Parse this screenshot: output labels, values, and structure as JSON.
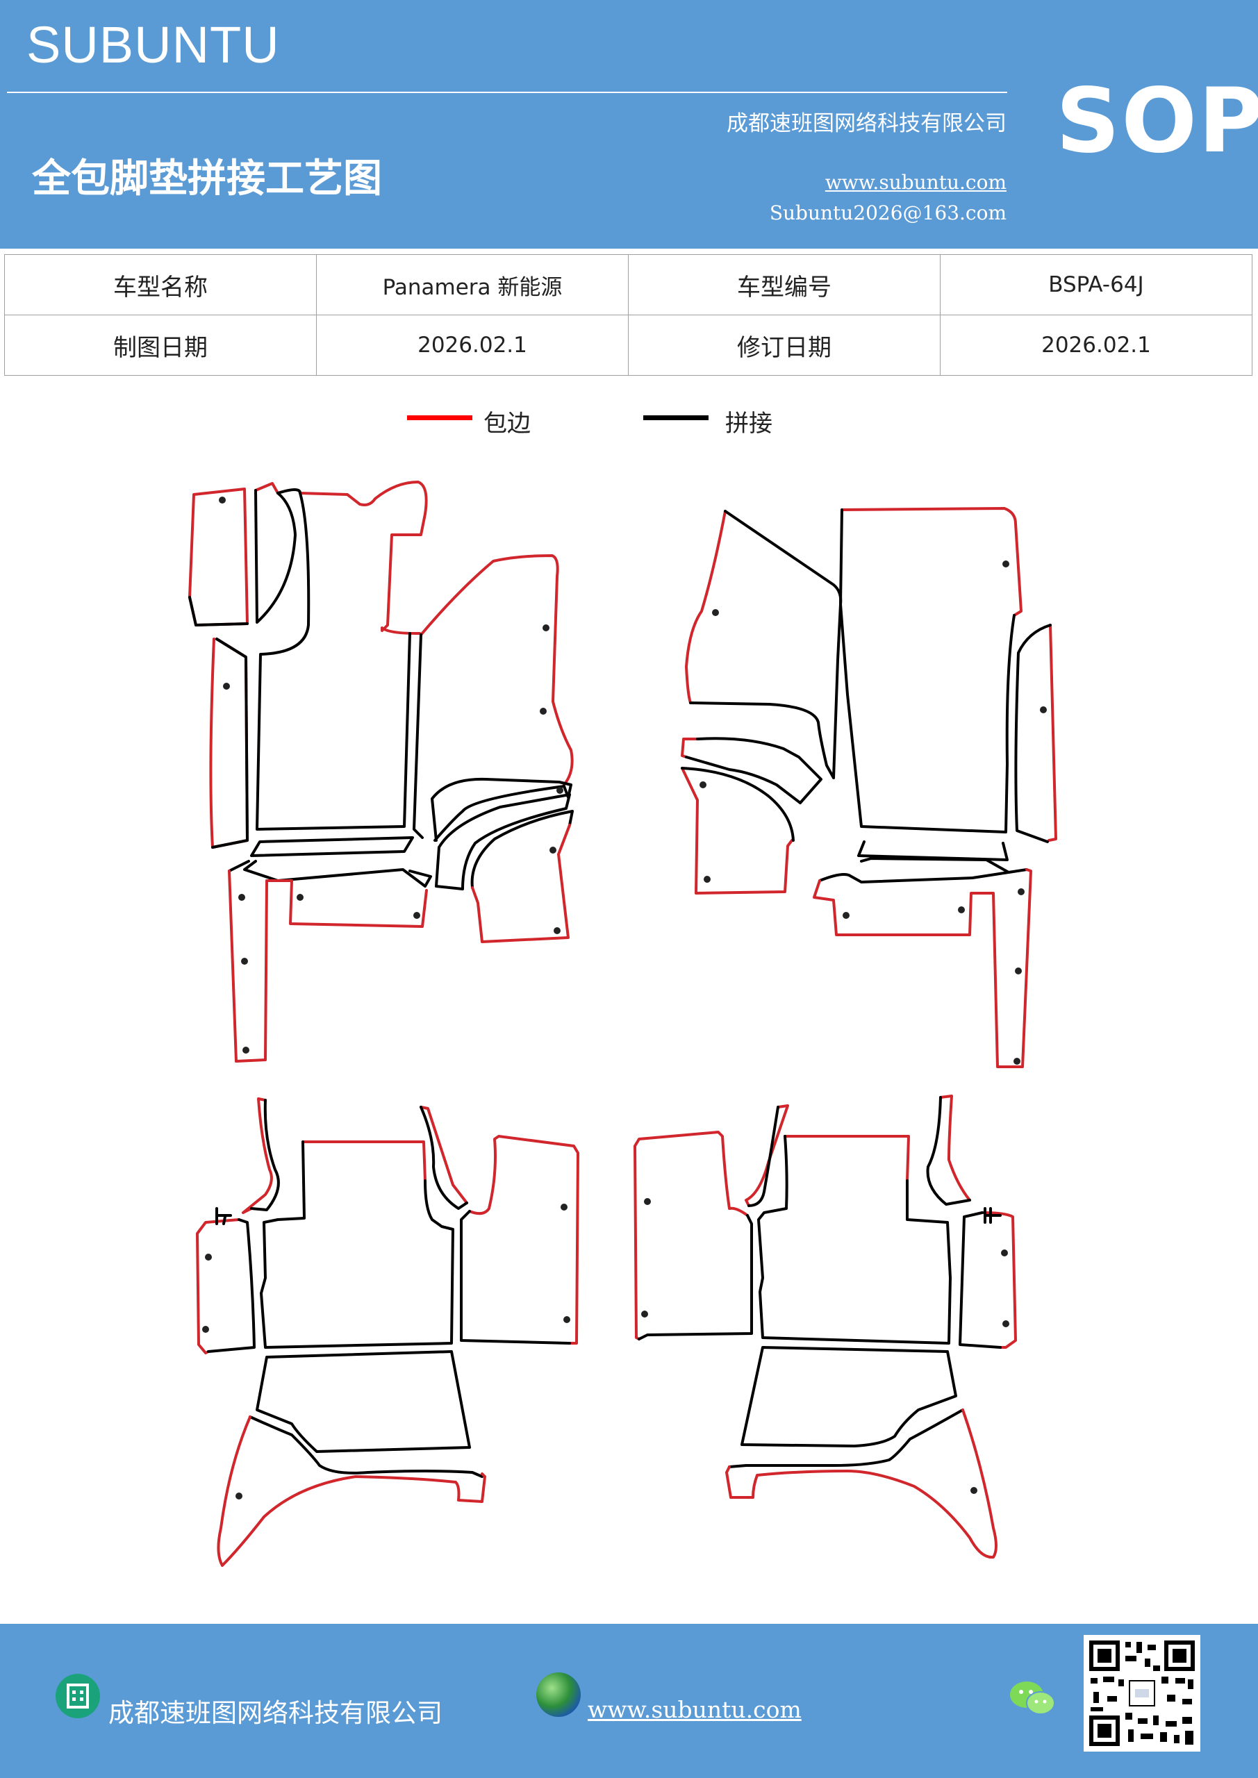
{
  "header": {
    "brand": "SUBUNTU",
    "company": "成都速班图网络科技有限公司",
    "title": "全包脚垫拼接工艺图",
    "website": "www.subuntu.com",
    "email": "Subuntu2026@163.com",
    "badge": "SOP",
    "color": "#5b9bd5"
  },
  "info_table": {
    "rows": [
      {
        "label1": "车型名称",
        "value1": "Panamera 新能源",
        "label2": "车型编号",
        "value2": "BSPA-64J"
      },
      {
        "label1": "制图日期",
        "value1": "2026.02.1",
        "label2": "修订日期",
        "value2": "2026.02.1"
      }
    ]
  },
  "legend": {
    "items": [
      {
        "label": "包边",
        "color": "#ff0000"
      },
      {
        "label": "拼接",
        "color": "#000000"
      }
    ]
  },
  "footer": {
    "company": "成都速班图网络科技有限公司",
    "website": "www.subuntu.com",
    "icons": [
      "building-icon",
      "globe-icon",
      "wechat-icon",
      "qr-code"
    ]
  }
}
